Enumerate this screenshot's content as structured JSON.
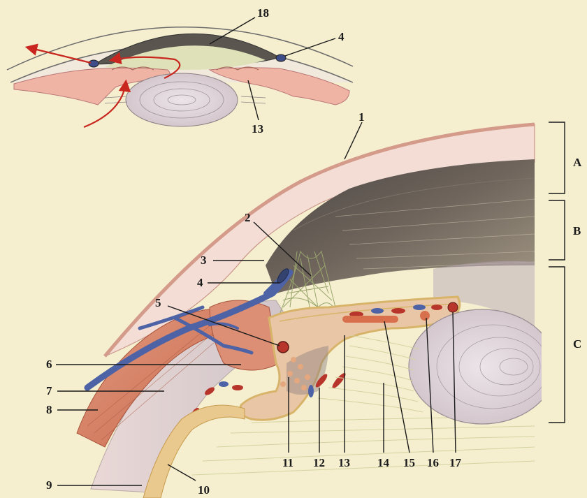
{
  "labels": {
    "l1": "1",
    "l2": "2",
    "l3": "3",
    "l4": "4",
    "l4_inset": "4",
    "l5": "5",
    "l6": "6",
    "l7": "7",
    "l8": "8",
    "l9": "9",
    "l10": "10",
    "l11": "11",
    "l12": "12",
    "l13": "13",
    "l13_inset": "13",
    "l14": "14",
    "l15": "15",
    "l16": "16",
    "l17": "17",
    "l18": "18",
    "regionA": "A",
    "regionB": "B",
    "regionC": "C"
  },
  "colors": {
    "background": "#f5efcf",
    "sclera": "#f2dcd4",
    "iris_dark": "#5a544f",
    "muscle": "#d9866a",
    "vein": "#4d63a6",
    "artery": "#b8352c",
    "lens": "#e6dbe0",
    "aqueous_flow": "#c8261e"
  }
}
